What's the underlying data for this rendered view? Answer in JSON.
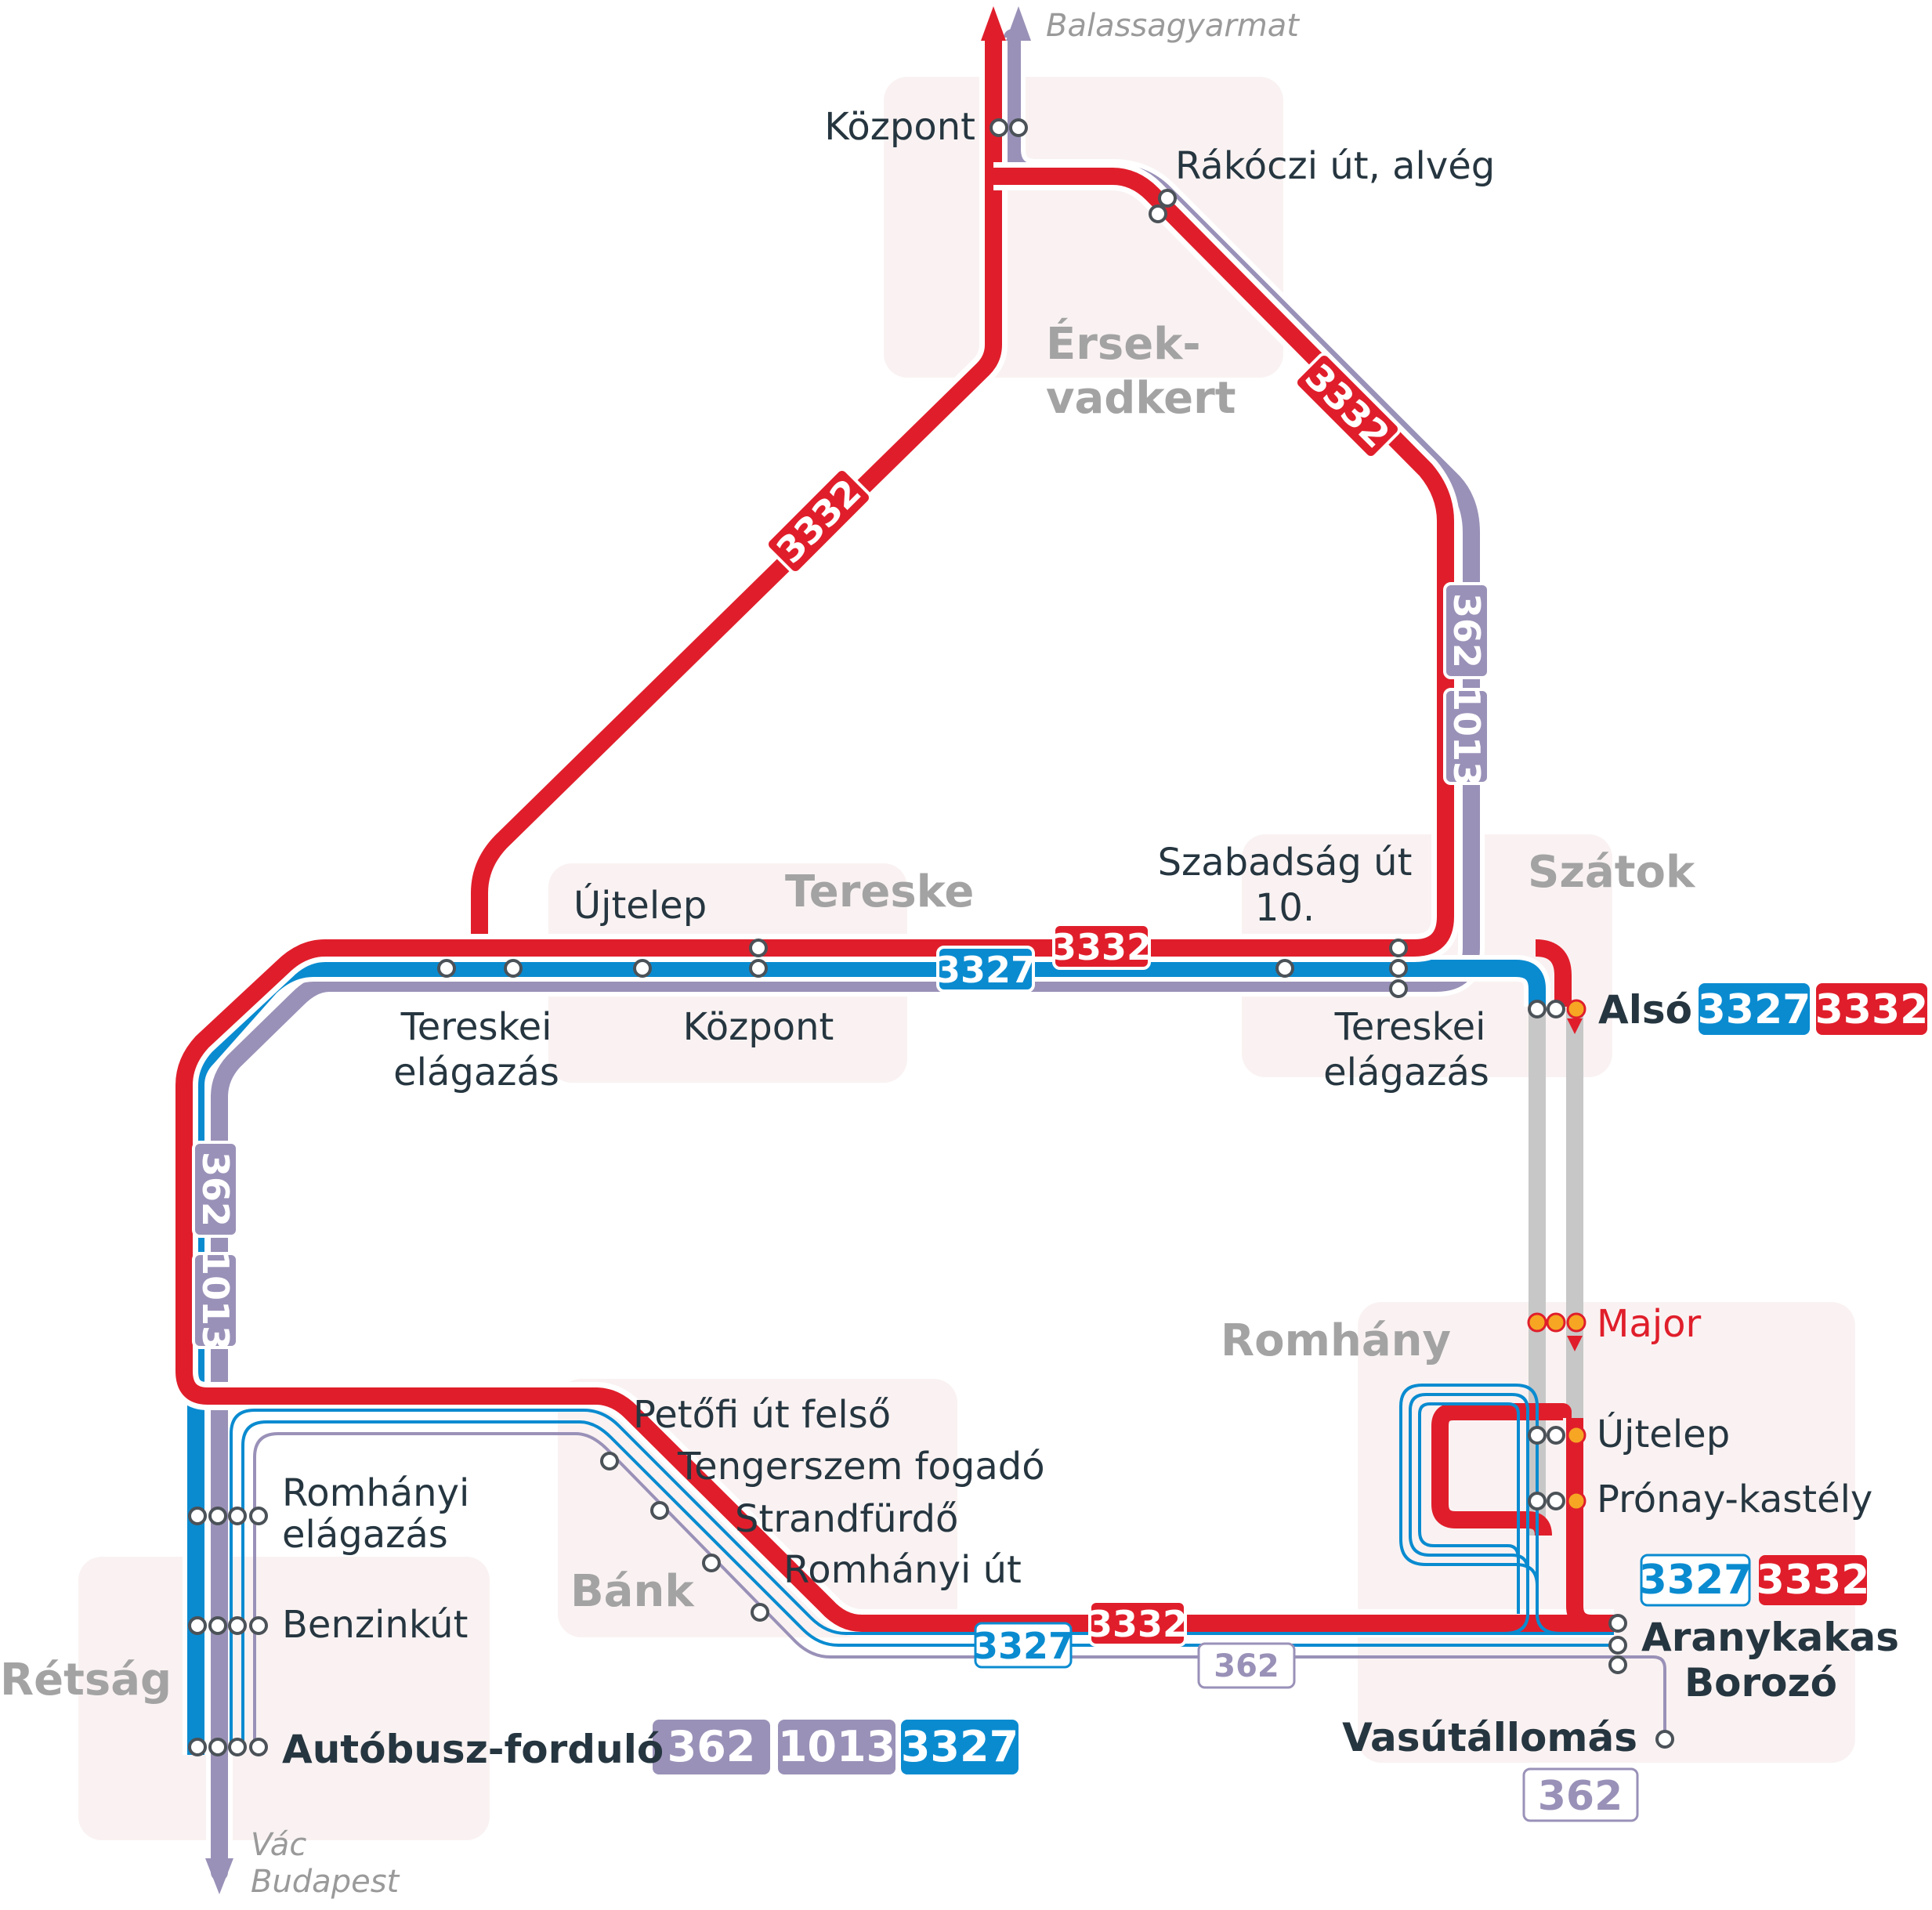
{
  "colors": {
    "red": "#e01e2b",
    "blue": "#0a8bd0",
    "purple": "#9a91b8",
    "gray": "#c7c7c7",
    "zone": "#faf2f2",
    "text": "#263640",
    "town": "#a3a3a3"
  },
  "towns": {
    "ersekvadkert_1": "Érsek-",
    "ersekvadkert_2": "vadkert",
    "tereske": "Tereske",
    "szatok": "Szátok",
    "romhany": "Romhány",
    "bank": "Bánk",
    "retsag": "Rétság"
  },
  "destinations": {
    "north": "Balassagyarmat",
    "south_1": "Vác",
    "south_2": "Budapest"
  },
  "stops": {
    "ersek_kozpont": "Központ",
    "rakoczi": "Rákóczi út, alvég",
    "ujtelep_tereske": "Újtelep",
    "tereskei_elag_1": "Tereskei",
    "tereskei_elag_2": "elágazás",
    "tereske_kozpont": "Központ",
    "szabadsag_1": "Szabadság út",
    "szabadsag_2": "10.",
    "szatok_elag_1": "Tereskei",
    "szatok_elag_2": "elágazás",
    "also": "Alsó",
    "major": "Major",
    "ujtelep_romhany": "Újtelep",
    "pronay": "Prónay-kastély",
    "aranykakas_1": "Aranykakas",
    "aranykakas_2": "Borozó",
    "vasutallomas": "Vasútállomás",
    "petofi": "Petőfi út felső",
    "tengerszem": "Tengerszem fogadó",
    "strandfurdo": "Strandfürdő",
    "romhanyi_ut": "Romhányi út",
    "romhanyi_elag_1": "Romhányi",
    "romhanyi_elag_2": "elágazás",
    "benzinkut": "Benzinkút",
    "autobusz": "Autóbusz-forduló"
  },
  "lines": {
    "l3332": "3332",
    "l3327": "3327",
    "l362": "362",
    "l1013": "1013"
  }
}
